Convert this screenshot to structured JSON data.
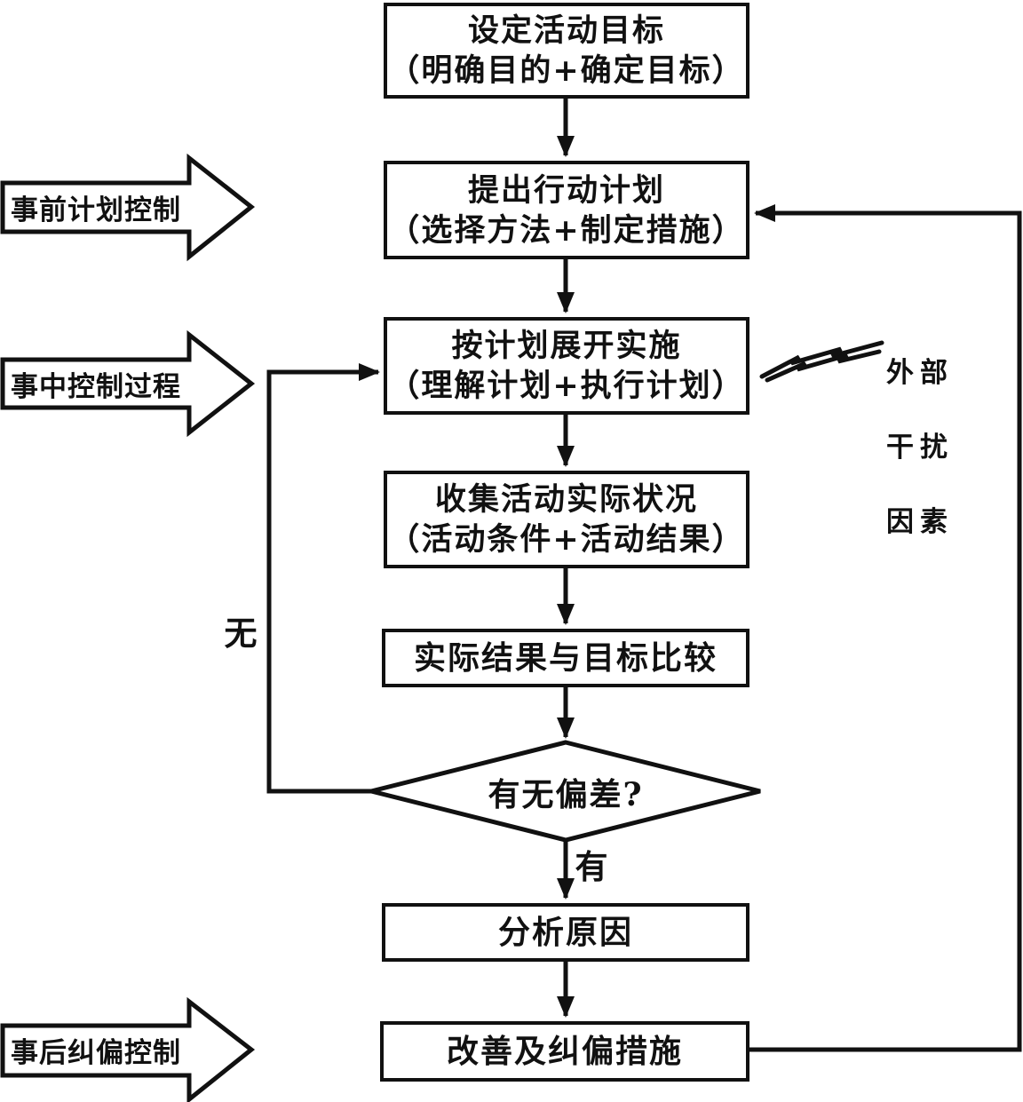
{
  "colors": {
    "ink": "#111111",
    "paper": "#ffffff"
  },
  "stage_arrows": [
    {
      "label": "事前计划控制"
    },
    {
      "label": "事中控制过程"
    },
    {
      "label": "事后纠偏控制"
    }
  ],
  "boxes": {
    "set_goal": {
      "line1": "设定活动目标",
      "line2": "（明确目的+确定目标）"
    },
    "propose_plan": {
      "line1": "提出行动计划",
      "line2": "（选择方法+制定措施）"
    },
    "implement": {
      "line1": "按计划展开实施",
      "line2": "（理解计划+执行计划）"
    },
    "collect": {
      "line1": "收集活动实际状况",
      "line2": "（活动条件+活动结果）"
    },
    "compare": {
      "label": "实际结果与目标比较"
    },
    "analyze": {
      "label": "分析原因"
    },
    "correct": {
      "label": "改善及纠偏措施"
    }
  },
  "decision": {
    "label": "有无偏差?"
  },
  "branches": {
    "yes": "有",
    "no": "无"
  },
  "interference": {
    "line1": "外部",
    "line2": "干扰",
    "line3": "因素"
  }
}
